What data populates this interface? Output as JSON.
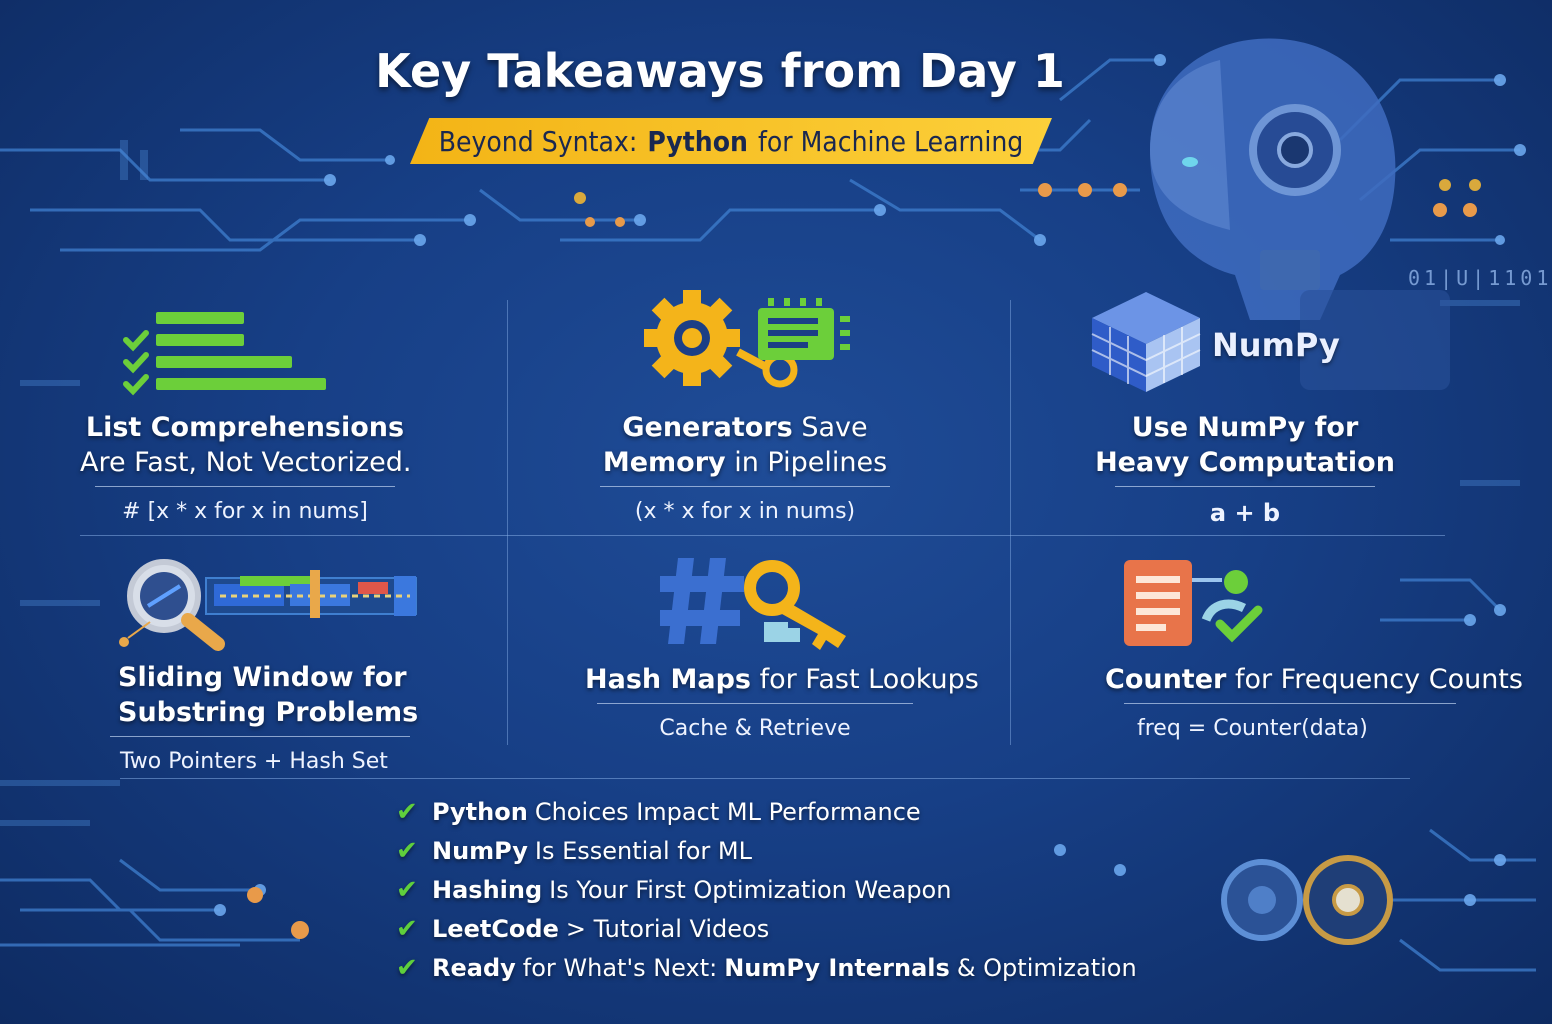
{
  "header": {
    "title": "Key Takeaways from Day 1",
    "subtitle_pre": "Beyond Syntax:",
    "subtitle_bold": "Python",
    "subtitle_post": "for Machine Learning"
  },
  "binary_text": "01|U|1101",
  "cards": {
    "list_comprehensions": {
      "bold": "List Comprehensions",
      "line2": "Are Fast, Not Vectorized.",
      "code": "# [x * x for x in nums]"
    },
    "generators": {
      "bold1": "Generators",
      "rest1": "Save",
      "bold2": "Memory",
      "rest2": "in Pipelines",
      "code": "(x * x for x in nums)"
    },
    "numpy": {
      "logo_text": "NumPy",
      "line1": "Use NumPy for",
      "line2": "Heavy Computation",
      "code": "a + b"
    },
    "sliding_window": {
      "line1": "Sliding Window for",
      "line2": "Substring Problems",
      "code": "Two Pointers + Hash Set"
    },
    "hash_maps": {
      "bold": "Hash Maps",
      "rest": "for Fast Lookups",
      "code": "Cache & Retrieve"
    },
    "counter": {
      "bold": "Counter",
      "rest": "for Frequency Counts",
      "code": "freq = Counter(data)"
    }
  },
  "takeaways": [
    {
      "bold": "Python",
      "text": "Choices Impact ML Performance"
    },
    {
      "bold": "NumPy",
      "text": "Is Essential for ML"
    },
    {
      "bold": "Hashing",
      "text": "Is Your First Optimization Weapon"
    },
    {
      "bold": "LeetCode",
      "text": "> Tutorial Videos"
    },
    {
      "bold": "Ready",
      "text": "for What's Next:",
      "bold2": "NumPy Internals",
      "text2": "& Optimization"
    }
  ],
  "colors": {
    "background": "#173f86",
    "banner": "#f3b416",
    "check_green": "#5fcf3c",
    "gear_yellow": "#f4b41a",
    "accent_orange": "#e8744a",
    "circuit_blue": "#4f8fdc"
  },
  "icons": [
    "checklist-icon",
    "gear-chip-icon",
    "numpy-cube-icon",
    "magnifier-window-icon",
    "hash-key-icon",
    "counter-document-icon",
    "robot-head-icon"
  ]
}
